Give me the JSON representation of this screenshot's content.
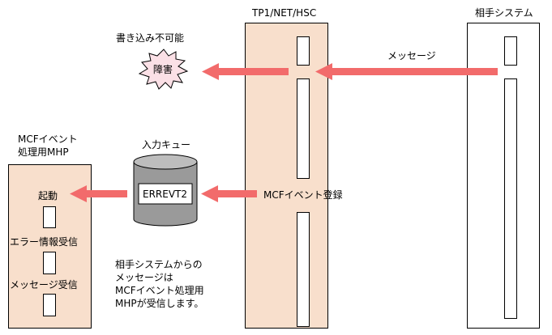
{
  "labels": {
    "tp1": "TP1/NET/HSC",
    "partner": "相手システム",
    "mcf_handler_line1": "MCFイベント",
    "mcf_handler_line2": "処理用MHP",
    "write_disabled": "書き込み不可能",
    "fault": "障害",
    "message": "メッセージ",
    "input_queue": "入力キュー",
    "queue_name": "ERREVT2",
    "mcf_event_register": "MCFイベント登録",
    "startup": "起動",
    "error_info_receive": "エラー情報受信",
    "message_receive": "メッセージ受信",
    "note_line1": "相手システムからの",
    "note_line2": "メッセージは",
    "note_line3": "MCFイベント処理用",
    "note_line4": "MHPが受信します。"
  },
  "colors": {
    "arrow": "#f26b6b",
    "panel": "#f8dfcc",
    "burst": "#fbe0e6"
  }
}
